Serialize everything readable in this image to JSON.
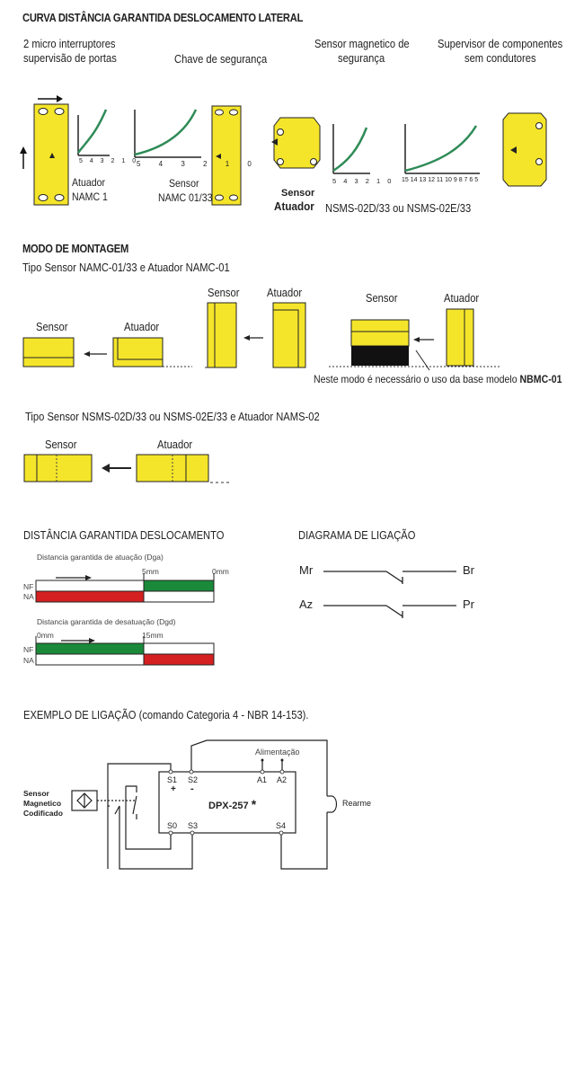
{
  "section1": {
    "heading": "CURVA DISTÂNCIA GARANTIDA DESLOCAMENTO LATERAL",
    "col1_line1": "2 micro interruptores",
    "col1_line2": "supervisão de portas",
    "col2": "Chave de segurança",
    "col3_line1": "Sensor magnetico de",
    "col3_line2": "segurança",
    "col4_line1": "Supervisor de componentes",
    "col4_line2": "sem condutores",
    "atuador_namc1_line1": "Atuador",
    "atuador_namc1_line2": "NAMC 1",
    "sensor_namc_line1": "Sensor",
    "sensor_namc_line2": "NAMC 01/33",
    "sensor_bold": "Sensor",
    "atuador_bold": "Atuador",
    "nsms_label": "NSMS-02D/33 ou NSMS-02E/33",
    "chart1_ticks": [
      "5",
      "4",
      "3",
      "2",
      "1",
      "0"
    ],
    "chart2_ticks": [
      "5",
      "4",
      "3",
      "2",
      "1",
      "0"
    ],
    "chart3_ticks": [
      "5",
      "4",
      "3",
      "2",
      "1",
      "0"
    ],
    "chart4_ticks": [
      "15",
      "14",
      "13",
      "12",
      "11",
      "10",
      "9",
      "8",
      "7",
      "6",
      "5"
    ]
  },
  "section2": {
    "heading": "MODO DE MONTAGEM",
    "subtitle": "Tipo Sensor NAMC-01/33 e Atuador NAMC-01",
    "sensor_a": "Sensor",
    "atuador_a": "Atuador",
    "sensor_b": "Sensor",
    "atuador_b": "Atuador",
    "sensor_c": "Sensor",
    "atuador_c": "Atuador",
    "note_prefix": "Neste modo é necessário o uso da base modelo ",
    "note_bold": "NBMC-01"
  },
  "section3": {
    "subtitle": "Tipo Sensor NSMS-02D/33 ou NSMS-02E/33 e Atuador NAMS-02",
    "sensor": "Sensor",
    "atuador": "Atuador"
  },
  "section4": {
    "heading": "DISTÂNCIA GARANTIDA DESLOCAMENTO",
    "dga_label": "Distancia garantida de atuação (Dga)",
    "dga_5mm": "5mm",
    "dga_0mm": "0mm",
    "dgd_label": "Distancia garantida de desatuação (Dgd)",
    "dgd_0mm": "0mm",
    "dgd_15mm": "15mm",
    "nf": "NF",
    "na": "NA",
    "nf2": "NF",
    "na2": "NA"
  },
  "section5": {
    "heading": "DIAGRAMA DE LIGAÇÃO",
    "mr": "Mr",
    "br": "Br",
    "az": "Az",
    "pr": "Pr"
  },
  "section6": {
    "heading": "EXEMPLO DE LIGAÇÃO (comando Categoria 4 - NBR 14-153).",
    "sensor_line1": "Sensor",
    "sensor_line2": "Magnetico",
    "sensor_line3": "Codificado",
    "device": "DPX-257",
    "device_mark": "*",
    "alimentacao": "Alimentação",
    "a1": "A1",
    "a2": "A2",
    "s1": "S1",
    "s2": "S2",
    "plus": "+",
    "minus": "-",
    "s0": "S0",
    "s3": "S3",
    "s4": "S4",
    "rearme": "Rearme"
  },
  "colors": {
    "yellow": "#f5e52a",
    "green_curve": "#2e8b57",
    "bar_green": "#1a8a3a",
    "bar_red": "#d42020"
  }
}
